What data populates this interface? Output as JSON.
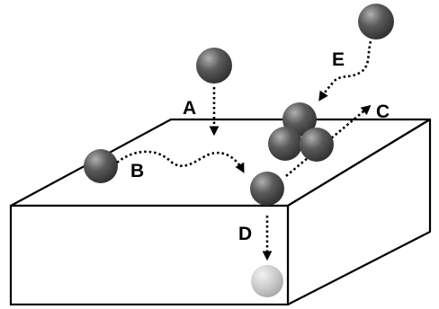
{
  "diagram": {
    "labels": {
      "a": "A",
      "b": "B",
      "c": "C",
      "d": "D",
      "e": "E"
    },
    "colors": {
      "atom_dark": "#4a4a4a",
      "atom_highlight": "#b0b0b0",
      "atom_light": "#c4c4c4",
      "outline": "#000000",
      "box_fill": "#ffffff"
    }
  }
}
